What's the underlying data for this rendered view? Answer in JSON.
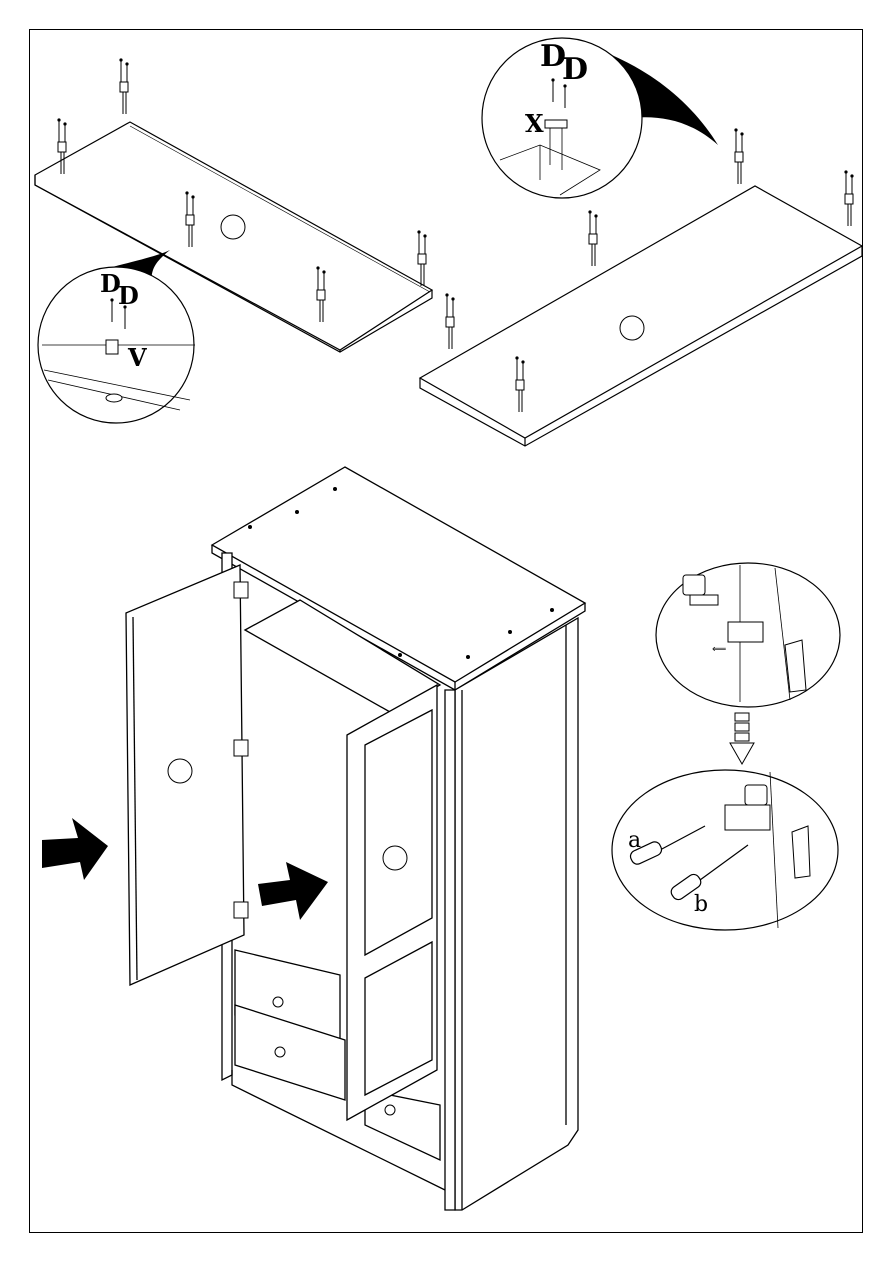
{
  "labels": {
    "screw_d_left_1": "D",
    "screw_d_left_2": "D",
    "part_v": "V",
    "screw_d_right_1": "D",
    "screw_d_right_2": "D",
    "part_x": "X",
    "adjust_a": "a",
    "adjust_b": "b"
  },
  "icons": {
    "push_arrow": "arrow-right-icon",
    "down_arrow": "arrow-down-icon",
    "hinge": "hinge-icon",
    "screwdriver": "screwdriver-icon"
  },
  "colors": {
    "line": "#000000",
    "background": "#ffffff",
    "fill_light": "#f4f4f4"
  }
}
